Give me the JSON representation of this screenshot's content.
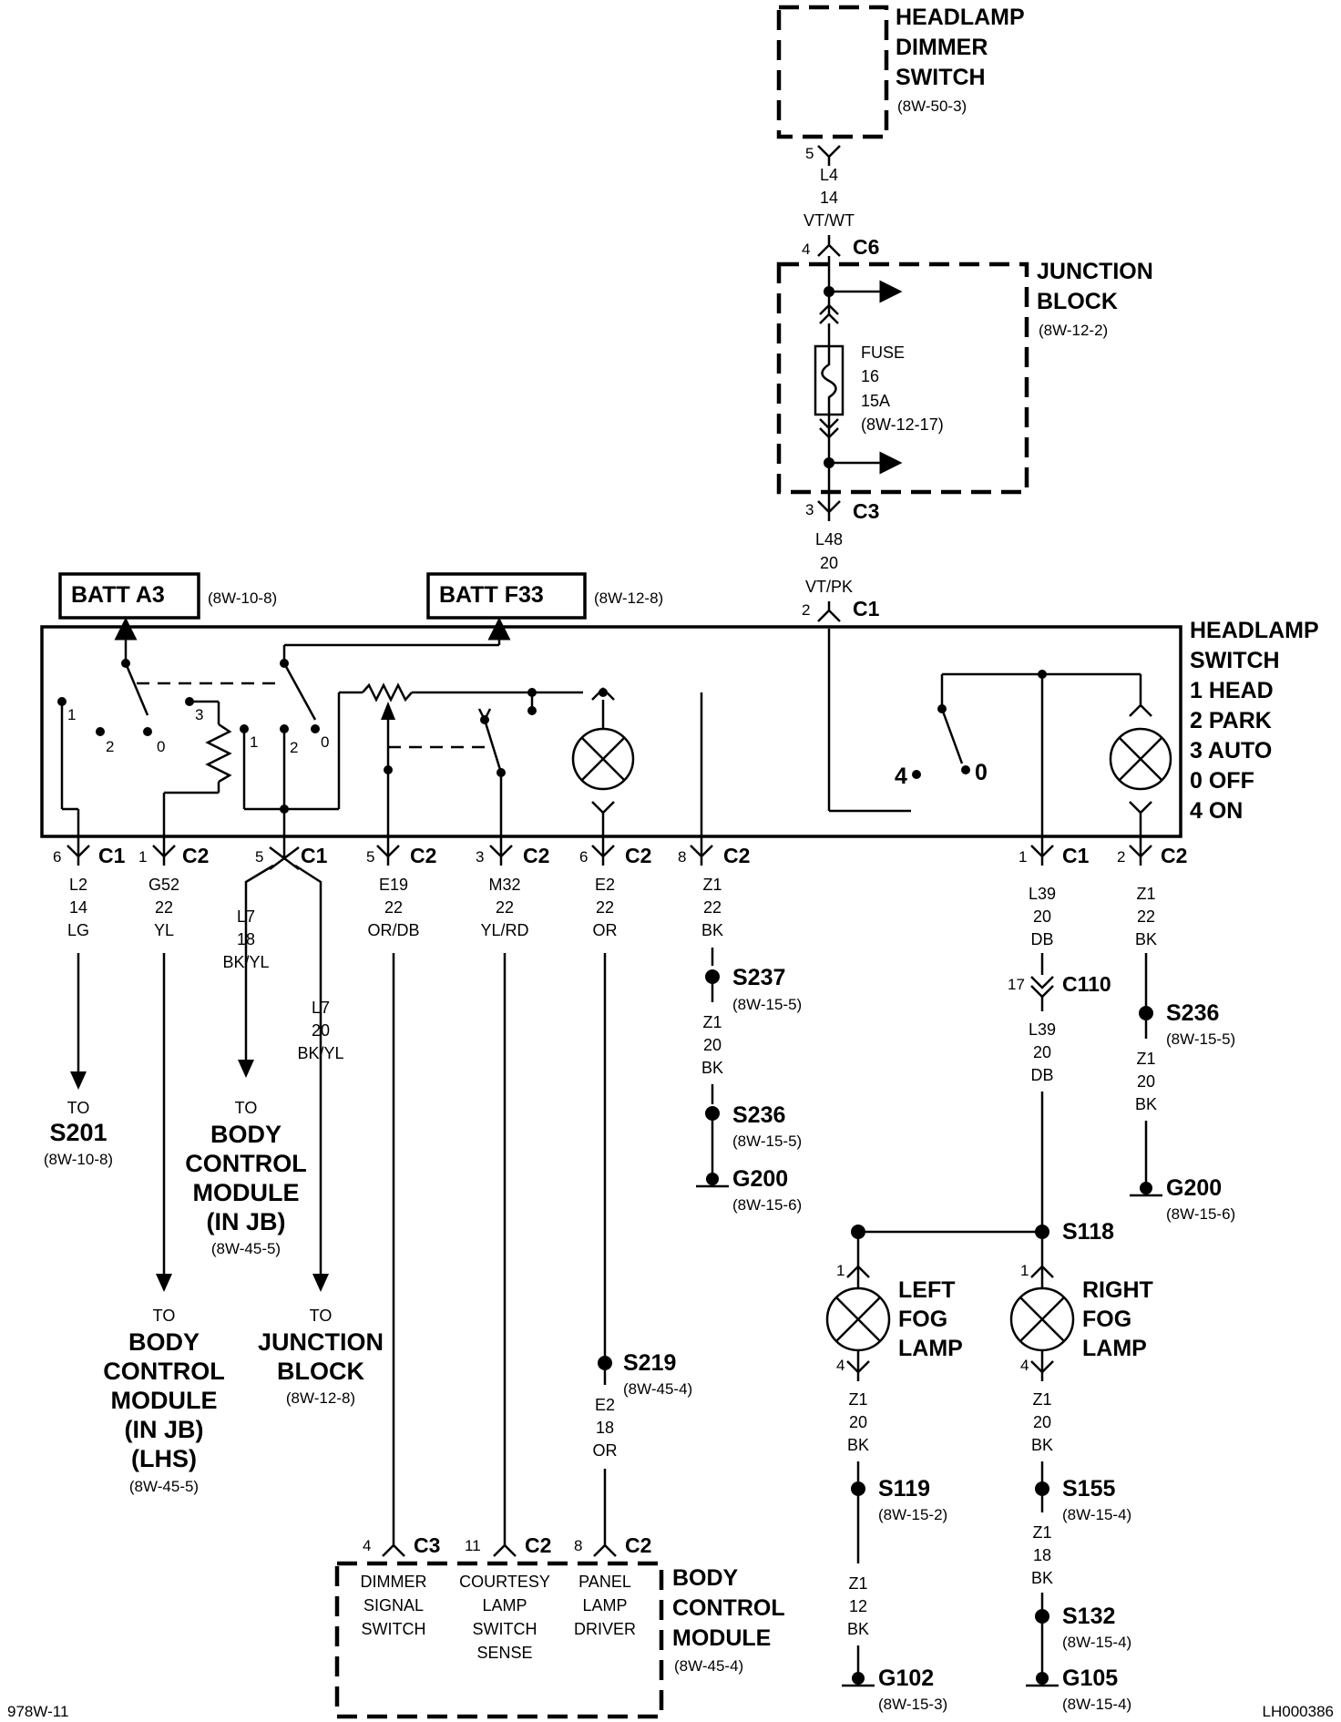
{
  "headlamp_dimmer_switch": {
    "line1": "HEADLAMP",
    "line2": "DIMMER",
    "line3": "SWITCH",
    "ref": "(8W-50-3)",
    "pin": "5"
  },
  "wire_l4": {
    "circuit": "L4",
    "gauge": "14",
    "color": "VT/WT"
  },
  "c6": {
    "pin": "4",
    "name": "C6"
  },
  "junction_block": {
    "line1": "JUNCTION",
    "line2": "BLOCK",
    "ref": "(8W-12-2)",
    "fuse": {
      "line1": "FUSE",
      "line2": "16",
      "line3": "15A",
      "ref": "(8W-12-17)"
    }
  },
  "c3_jb": {
    "pin": "3",
    "name": "C3"
  },
  "wire_l48": {
    "circuit": "L48",
    "gauge": "20",
    "color": "VT/PK"
  },
  "c1_top": {
    "pin": "2",
    "name": "C1"
  },
  "batt_a3": {
    "label": "BATT A3",
    "ref": "(8W-10-8)"
  },
  "batt_f33": {
    "label": "BATT F33",
    "ref": "(8W-12-8)"
  },
  "headlamp_switch": {
    "line1": "HEADLAMP",
    "line2": "SWITCH",
    "positions": [
      "1 HEAD",
      "2 PARK",
      "3 AUTO",
      "0 OFF",
      "4 ON"
    ],
    "internal": {
      "p1a": "1",
      "p2a": "2",
      "p0a": "0",
      "p3": "3",
      "p1b": "1",
      "p2b": "2",
      "p0b": "0",
      "p4": "4",
      "p0c": "0"
    }
  },
  "bottom_connectors": [
    {
      "pin": "6",
      "name": "C1"
    },
    {
      "pin": "1",
      "name": "C2"
    },
    {
      "pin": "5",
      "name": "C1"
    },
    {
      "pin": "5",
      "name": "C2"
    },
    {
      "pin": "3",
      "name": "C2"
    },
    {
      "pin": "6",
      "name": "C2"
    },
    {
      "pin": "8",
      "name": "C2"
    },
    {
      "pin": "1",
      "name": "C1"
    },
    {
      "pin": "2",
      "name": "C2"
    }
  ],
  "wires": {
    "l2": {
      "circuit": "L2",
      "gauge": "14",
      "color": "LG"
    },
    "g52": {
      "circuit": "G52",
      "gauge": "22",
      "color": "YL"
    },
    "l7a": {
      "circuit": "L7",
      "gauge": "18",
      "color": "BK/YL"
    },
    "l7b": {
      "circuit": "L7",
      "gauge": "20",
      "color": "BK/YL"
    },
    "e19": {
      "circuit": "E19",
      "gauge": "22",
      "color": "OR/DB"
    },
    "m32": {
      "circuit": "M32",
      "gauge": "22",
      "color": "YL/RD"
    },
    "e2a": {
      "circuit": "E2",
      "gauge": "22",
      "color": "OR"
    },
    "z1a": {
      "circuit": "Z1",
      "gauge": "22",
      "color": "BK"
    },
    "z1b": {
      "circuit": "Z1",
      "gauge": "20",
      "color": "BK"
    },
    "l39a": {
      "circuit": "L39",
      "gauge": "20",
      "color": "DB"
    },
    "l39b": {
      "circuit": "L39",
      "gauge": "20",
      "color": "DB"
    },
    "z1c": {
      "circuit": "Z1",
      "gauge": "22",
      "color": "BK"
    },
    "z1d": {
      "circuit": "Z1",
      "gauge": "20",
      "color": "BK"
    },
    "e2b": {
      "circuit": "E2",
      "gauge": "18",
      "color": "OR"
    },
    "z1e": {
      "circuit": "Z1",
      "gauge": "20",
      "color": "BK"
    },
    "z1f": {
      "circuit": "Z1",
      "gauge": "12",
      "color": "BK"
    },
    "z1g": {
      "circuit": "Z1",
      "gauge": "20",
      "color": "BK"
    },
    "z1h": {
      "circuit": "Z1",
      "gauge": "18",
      "color": "BK"
    }
  },
  "dest_s201": {
    "to": "TO",
    "name": "S201",
    "ref": "(8W-10-8)"
  },
  "dest_bcm1": {
    "to": "TO",
    "l1": "BODY",
    "l2": "CONTROL",
    "l3": "MODULE",
    "l4": "(IN JB)",
    "ref": "(8W-45-5)"
  },
  "dest_bcm2": {
    "to": "TO",
    "l1": "BODY",
    "l2": "CONTROL",
    "l3": "MODULE",
    "l4": "(IN JB)",
    "l5": "(LHS)",
    "ref": "(8W-45-5)"
  },
  "dest_jb": {
    "to": "TO",
    "l1": "JUNCTION",
    "l2": "BLOCK",
    "ref": "(8W-12-8)"
  },
  "splices": {
    "s237": {
      "name": "S237",
      "ref": "(8W-15-5)"
    },
    "s236a": {
      "name": "S236",
      "ref": "(8W-15-5)"
    },
    "s236b": {
      "name": "S236",
      "ref": "(8W-15-5)"
    },
    "s118": {
      "name": "S118"
    },
    "s219": {
      "name": "S219",
      "ref": "(8W-45-4)"
    },
    "s119": {
      "name": "S119",
      "ref": "(8W-15-2)"
    },
    "s155": {
      "name": "S155",
      "ref": "(8W-15-4)"
    },
    "s132": {
      "name": "S132",
      "ref": "(8W-15-4)"
    }
  },
  "grounds": {
    "g200a": {
      "name": "G200",
      "ref": "(8W-15-6)"
    },
    "g200b": {
      "name": "G200",
      "ref": "(8W-15-6)"
    },
    "g102": {
      "name": "G102",
      "ref": "(8W-15-3)"
    },
    "g105": {
      "name": "G105",
      "ref": "(8W-15-4)"
    }
  },
  "c110": {
    "pin": "17",
    "name": "C110"
  },
  "left_fog": {
    "l1": "LEFT",
    "l2": "FOG",
    "l3": "LAMP",
    "pin_top": "1",
    "pin_bot": "4"
  },
  "right_fog": {
    "l1": "RIGHT",
    "l2": "FOG",
    "l3": "LAMP",
    "pin_top": "1",
    "pin_bot": "4"
  },
  "bcm_bottom": {
    "title1": "BODY",
    "title2": "CONTROL",
    "title3": "MODULE",
    "ref": "(8W-45-4)",
    "conns": [
      {
        "pin": "4",
        "name": "C3"
      },
      {
        "pin": "11",
        "name": "C2"
      },
      {
        "pin": "8",
        "name": "C2"
      }
    ],
    "dimmer": [
      "DIMMER",
      "SIGNAL",
      "SWITCH"
    ],
    "courtesy": [
      "COURTESY",
      "LAMP",
      "SWITCH",
      "SENSE"
    ],
    "panel": [
      "PANEL",
      "LAMP",
      "DRIVER"
    ]
  },
  "footer": {
    "left": "978W-11",
    "right": "LH000386"
  }
}
